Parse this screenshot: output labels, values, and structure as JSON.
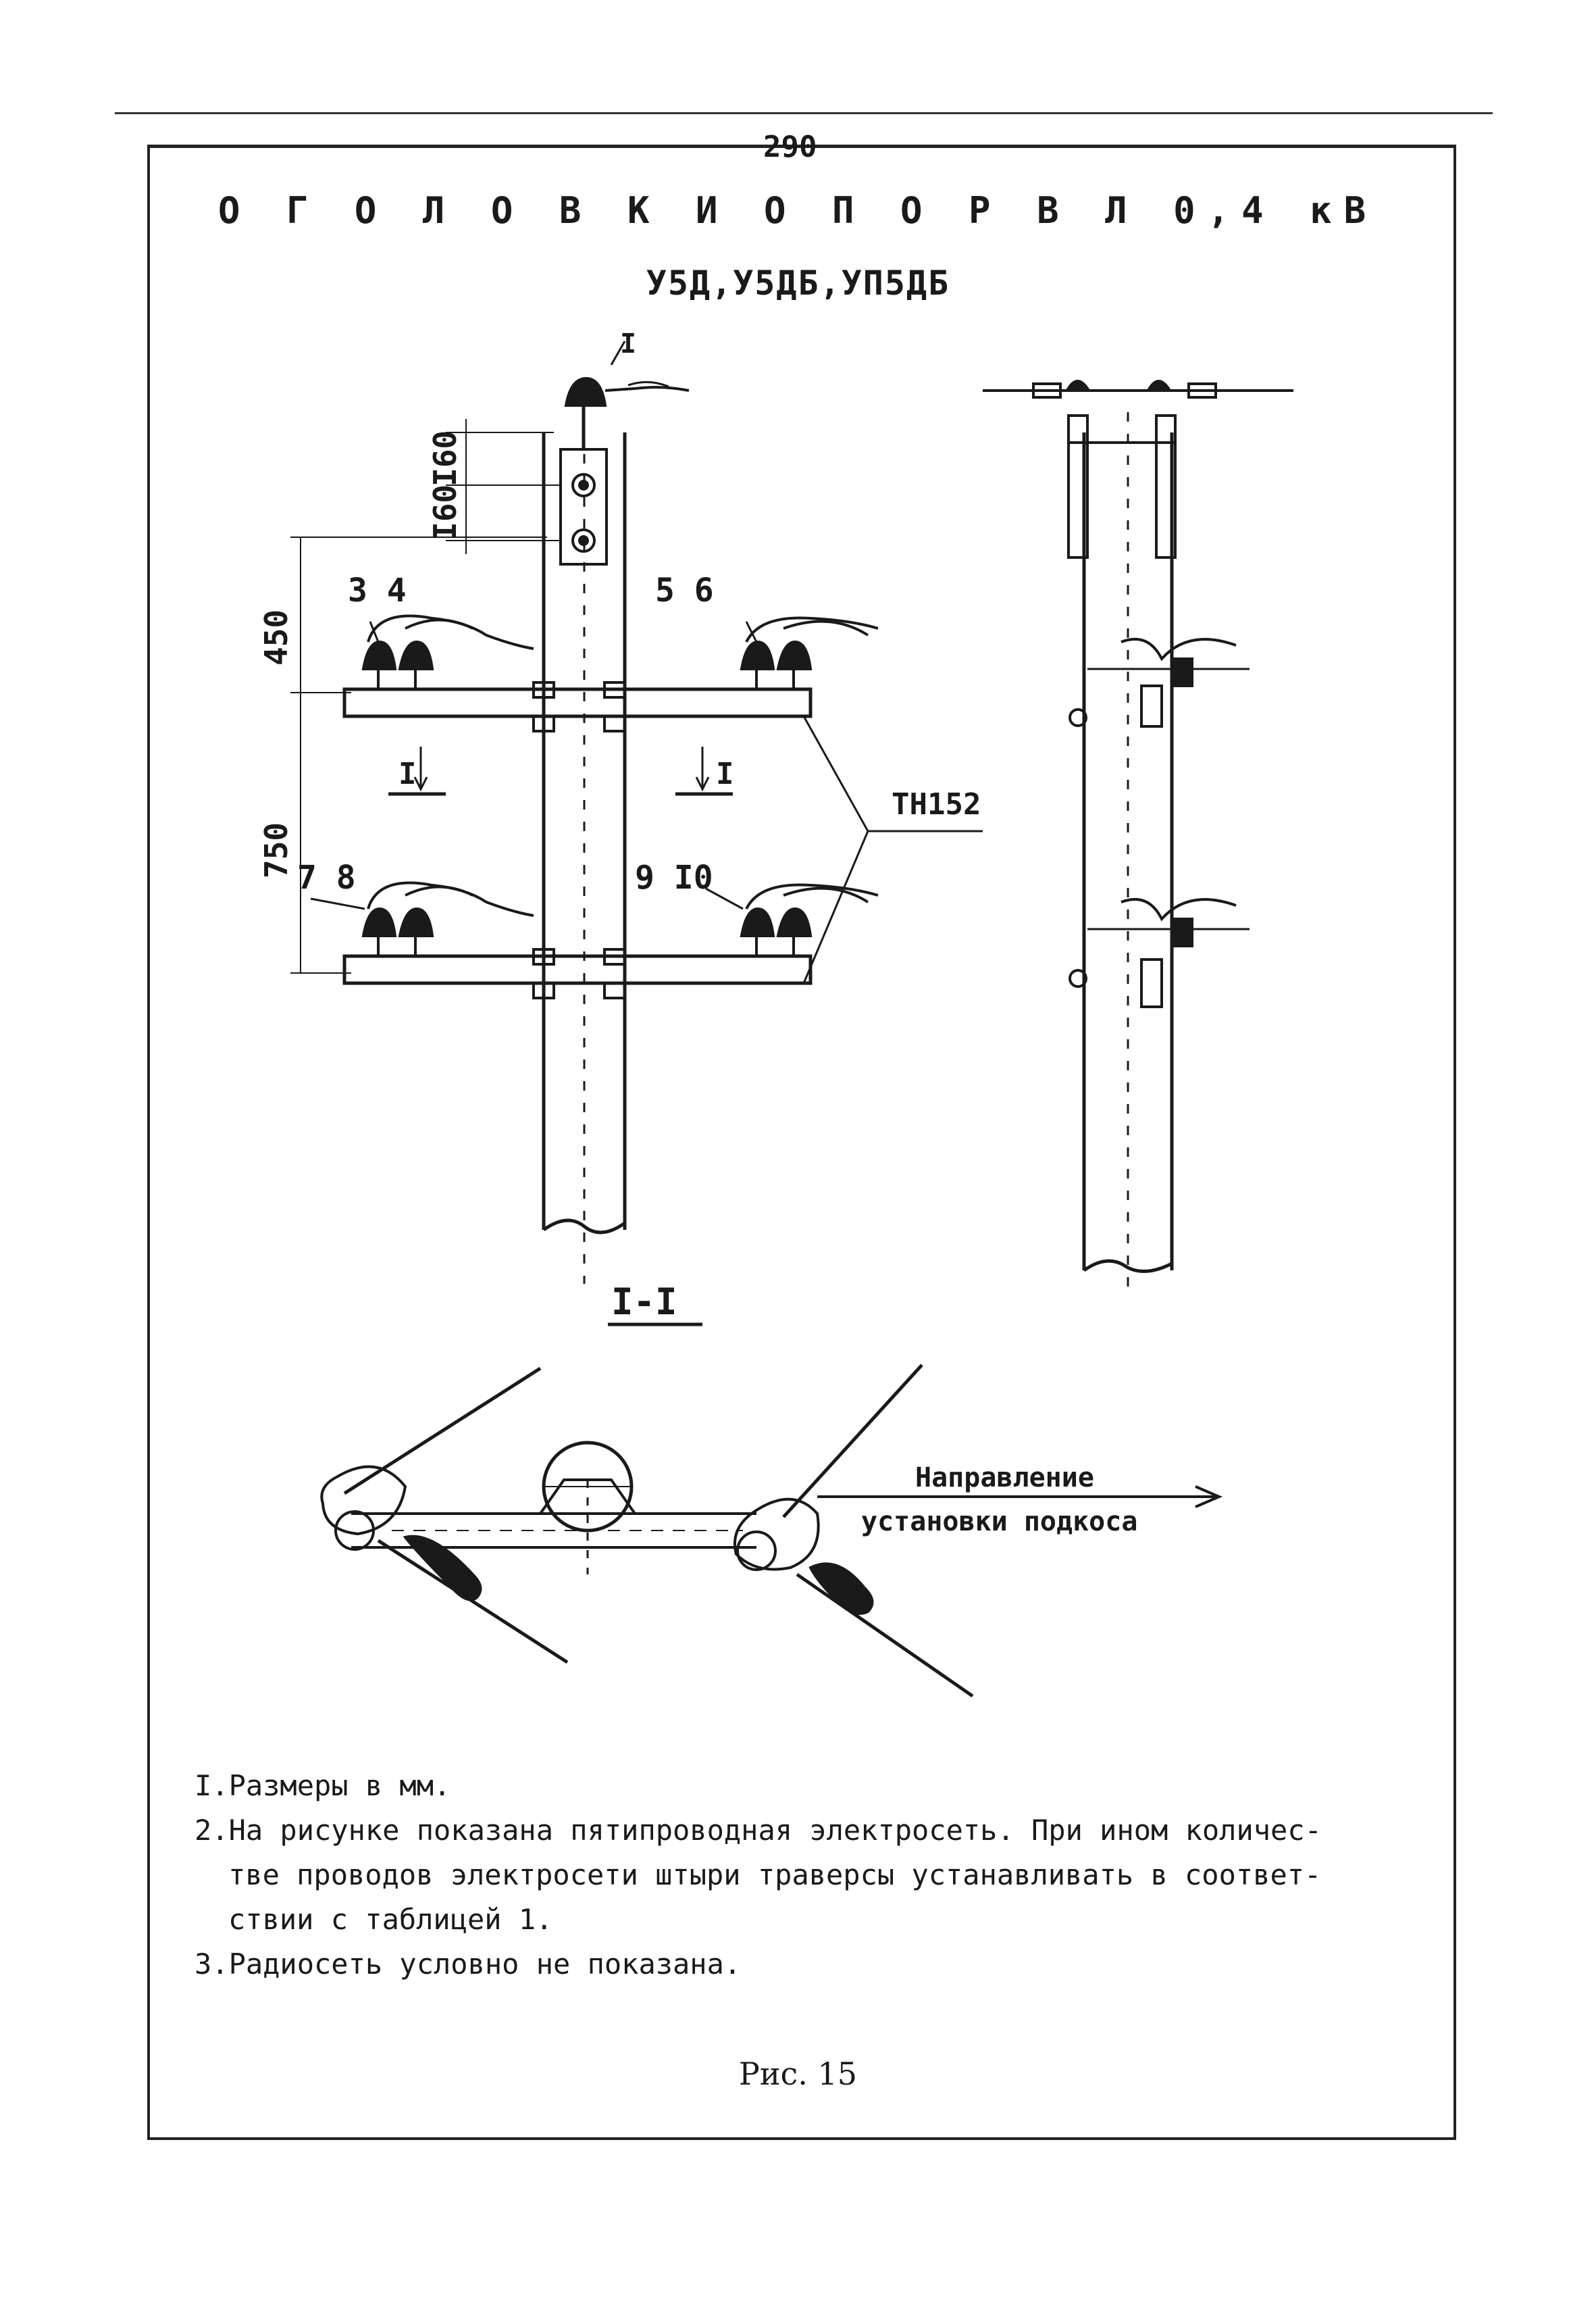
{
  "header": {
    "page_number": "290",
    "title": "О Г О Л О В К И  О П О Р  В Л 0,4 кВ",
    "subtitle": "У5Д,У5ДБ,УП5ДБ"
  },
  "drawing": {
    "callouts": {
      "top": "I",
      "upper_left": "3 4",
      "upper_right": "5 6",
      "lower_left": "7 8",
      "lower_right": "9 I0",
      "crossarm": "ТН152"
    },
    "dimensions": {
      "d1": "I60",
      "d2": "I60",
      "d3": "450",
      "d4": "750"
    },
    "section_marks": {
      "left": "I",
      "right": "I"
    },
    "section_title": "I-I",
    "direction_label_line1": "Направление",
    "direction_label_line2": "установки подкоса"
  },
  "notes": {
    "n1": "I.Размеры в мм.",
    "n2": "2.На рисунке показана пятипроводная электросеть. При ином количес-",
    "n2b": "тве проводов электросети штыри траверсы устанавливать в соответ-",
    "n2c": "ствии с таблицей 1.",
    "n3": "3.Радиосеть условно не показана."
  },
  "caption": "Рис. 15",
  "colors": {
    "ink": "#1a1a1a",
    "paper": "#ffffff"
  }
}
